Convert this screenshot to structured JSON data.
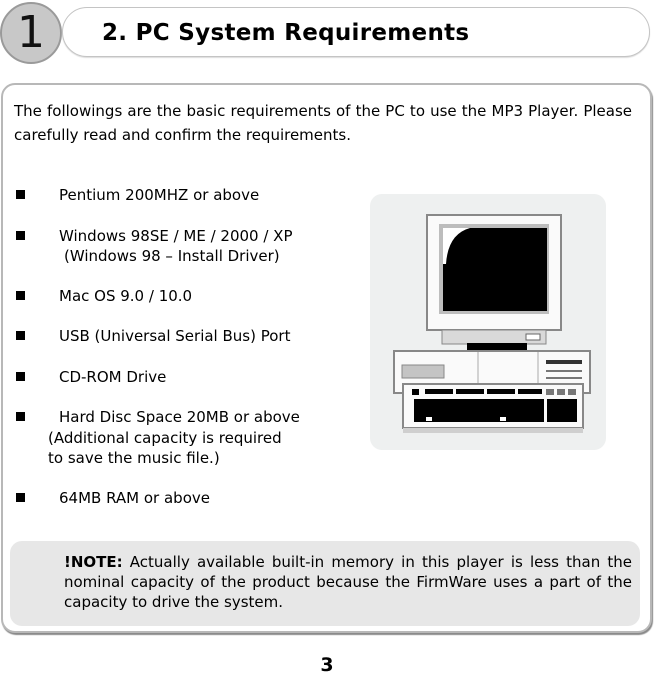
{
  "header": {
    "chapter_number": "1",
    "title": "2. PC System Requirements"
  },
  "intro": "The followings are the basic requirements of the PC to use the MP3 Player. Please carefully read and confirm the requirements.",
  "requirements": [
    {
      "text": "Pentium 200MHZ or above"
    },
    {
      "text": "Windows 98SE / ME / 2000 / XP",
      "sub": "(Windows 98 – Install Driver)"
    },
    {
      "text": "Mac OS 9.0 / 10.0"
    },
    {
      "text": "USB (Universal Serial Bus) Port"
    },
    {
      "text": "CD-ROM Drive"
    },
    {
      "text": "Hard Disc Space 20MB or above",
      "sub": "(Additional capacity is required",
      "sub2": "to save the music file.)"
    },
    {
      "text": "64MB RAM or above"
    }
  ],
  "illustration": {
    "icon": "desktop-computer-icon"
  },
  "note": {
    "label": "!NOTE:",
    "text": " Actually available built-in memory in this player is less than the nominal capacity of the product because the FirmWare uses a part of the capacity to drive the system."
  },
  "footer": {
    "page_number": "3"
  },
  "colors": {
    "circle_fill": "#c8c8c8",
    "box_border": "#b8b8b8",
    "note_bg": "#e7e7e7",
    "illustration_bg": "#eef0f0"
  }
}
